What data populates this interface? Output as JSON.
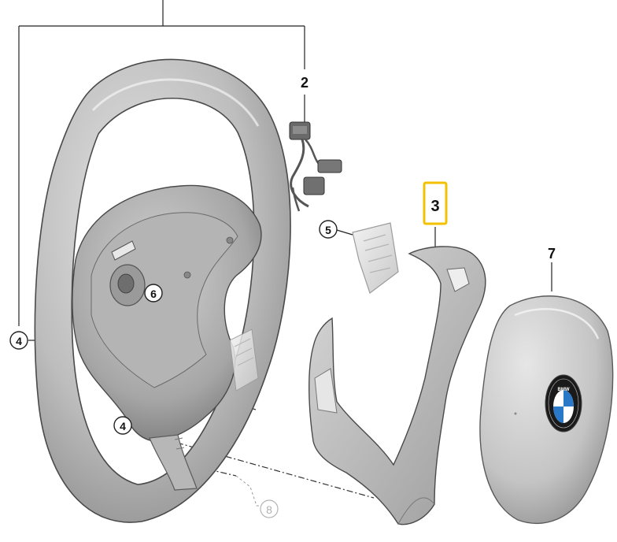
{
  "callouts": {
    "c2": "2",
    "c3": "3",
    "c4_outer": "4",
    "c4_inner": "4",
    "c5": "5",
    "c6": "6",
    "c7": "7",
    "c8": "8"
  },
  "colors": {
    "highlight": "#f2c200",
    "part_light": "#d6d6d6",
    "part_mid": "#a8a8a8",
    "part_dark": "#6e6e6e",
    "outline": "#4a4a4a",
    "bmw_blue": "#2a78c8"
  },
  "icons": {
    "bmw_logo": "bmw-roundel-icon",
    "bmw_logo_text": "BMW"
  }
}
